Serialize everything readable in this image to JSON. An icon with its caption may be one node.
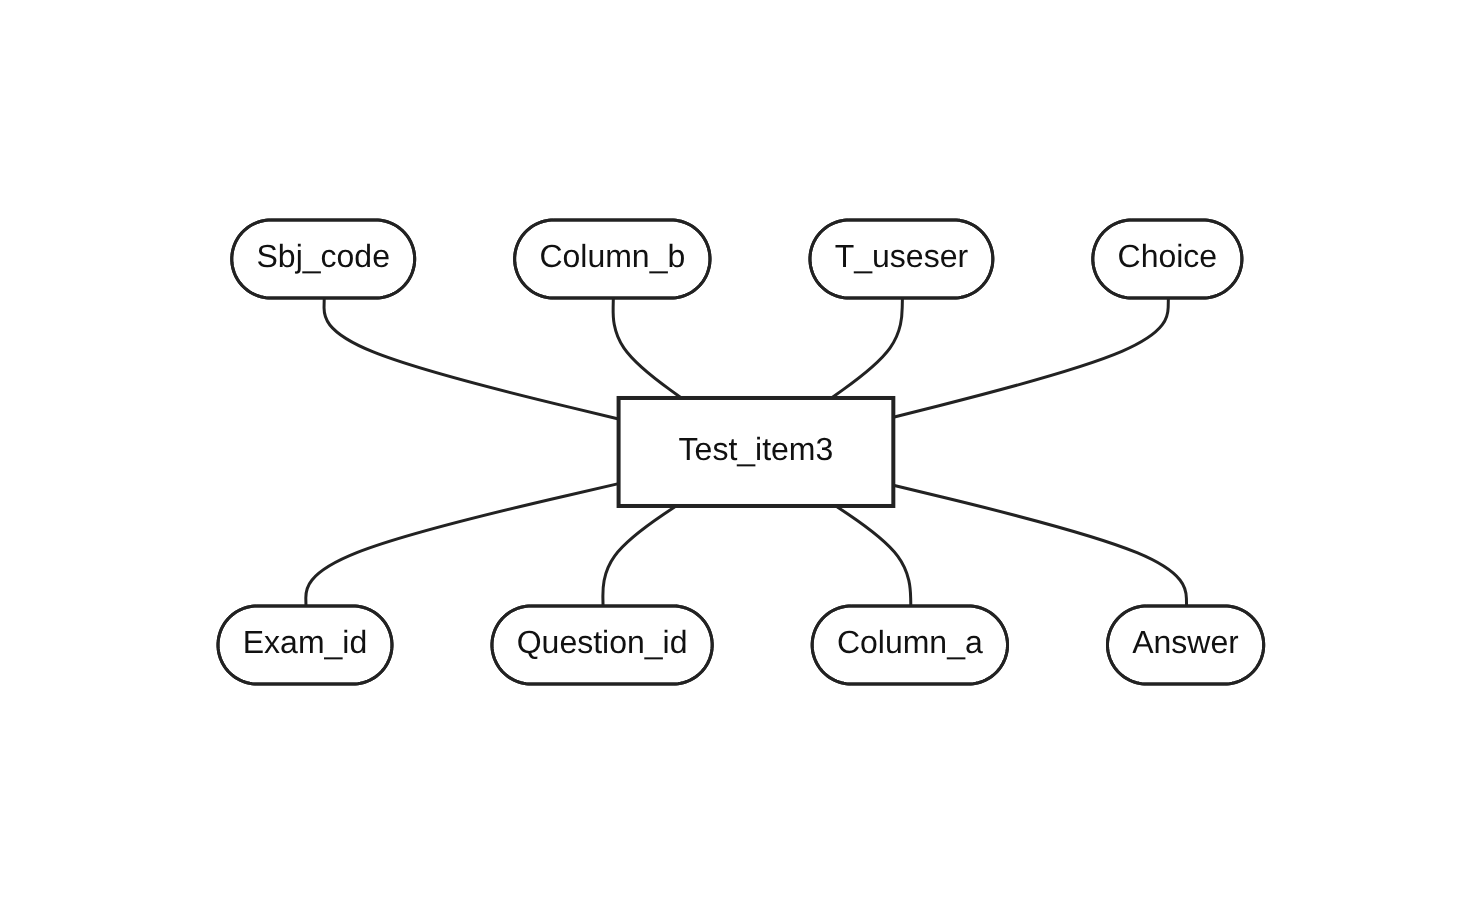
{
  "diagram": {
    "nodes": [
      {
        "text": [
          "Sbj_code"
        ]
      },
      {
        "text": [
          "Column_b"
        ]
      },
      {
        "text": [
          "T_useser"
        ]
      },
      {
        "text": [
          "Test_item3"
        ]
      },
      {
        "text": [
          "Choice"
        ]
      },
      {
        "text": [
          "Exam_id"
        ]
      },
      {
        "text": [
          "Question_id"
        ]
      },
      {
        "text": [
          "Column_a"
        ]
      },
      {
        "text": [
          "Answer"
        ]
      }
    ],
    "edges": [
      {
        "from": 0,
        "to": 3,
        "arrow": "none"
      },
      {
        "from": 1,
        "to": 3,
        "arrow": "none"
      },
      {
        "from": 2,
        "to": 3,
        "arrow": "none"
      },
      {
        "from": 4,
        "to": 3,
        "arrow": "none"
      },
      {
        "from": 3,
        "to": 5,
        "arrow": "none"
      },
      {
        "from": 3,
        "to": 6,
        "arrow": "none"
      },
      {
        "from": 3,
        "to": 7,
        "arrow": "none"
      },
      {
        "from": 3,
        "to": 8,
        "arrow": "none"
      }
    ]
  }
}
